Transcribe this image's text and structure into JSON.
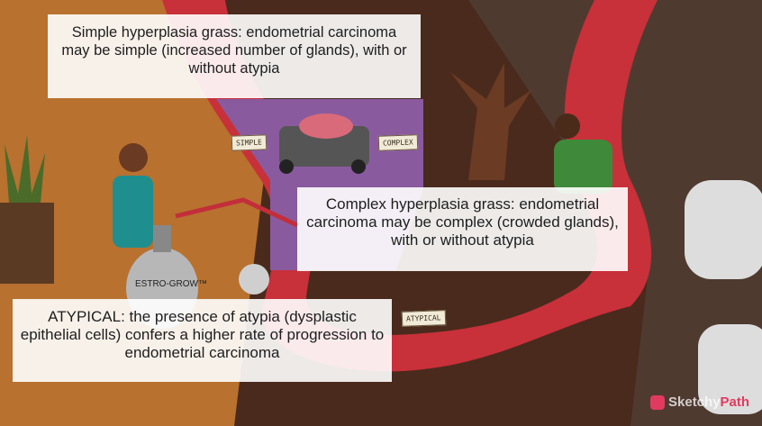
{
  "callouts": {
    "simple": "Simple hyperplasia grass: endometrial carcinoma may be simple (increased number of glands), with or without atypia",
    "complex": "Complex hyperplasia grass: endometrial carcinoma may be complex (crowded glands), with or without atypia",
    "atypical": "ATYPICAL: the presence of atypia (dysplastic epithelial cells) confers a higher rate of progression to endometrial carcinoma"
  },
  "signs": {
    "simple": "SIMPLE",
    "complex": "COMPLEX",
    "atypical": "ATYPICAL"
  },
  "tank_label": "ESTRO-GROW™",
  "logo": {
    "prefix": "Sketchy",
    "suffix": "Path"
  },
  "colors": {
    "uterine_wall": "#c8303a",
    "lawn_purple": "#8a5a9e",
    "ground_brown": "#6b3a22",
    "ground_orange": "#b86a2b",
    "logo_pink": "#e03b5f"
  },
  "icons": [
    "lawn-mower-icon",
    "estrogen-tank-icon",
    "tree-icon",
    "bench-icon",
    "potted-plant-icon"
  ]
}
